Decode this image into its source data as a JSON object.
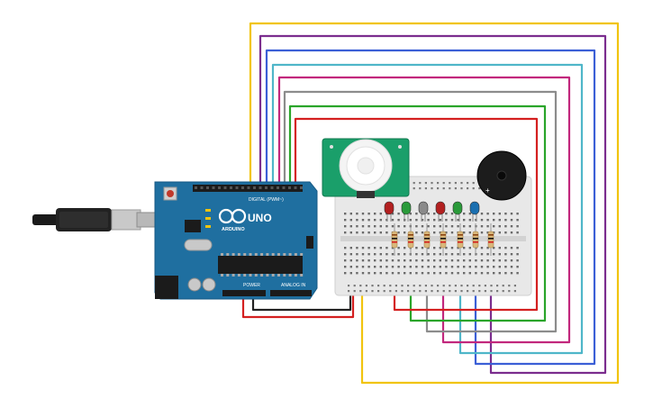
{
  "arduino": {
    "logo_text": "ARDUINO",
    "model": "UNO",
    "digital_label": "DIGITAL (PWM~)",
    "power_label": "POWER",
    "analog_label": "ANALOG IN",
    "board_color": "#1f6fa0"
  },
  "pir_sensor": {
    "board_color": "#1a9f6a"
  },
  "buzzer": {
    "plus_label": "+"
  },
  "breadboard": {
    "color": "#e8e8e8"
  },
  "leds": [
    {
      "color": "#b32020"
    },
    {
      "color": "#2a9a3a"
    },
    {
      "color": "#8a8a8a"
    },
    {
      "color": "#b32020"
    },
    {
      "color": "#2a9a3a"
    },
    {
      "color": "#1a6fb0"
    }
  ],
  "wire_colors": {
    "yellow": "#f1c40f",
    "purple": "#7b2d8e",
    "blue": "#3b5fd6",
    "light_blue": "#4fb6c9",
    "magenta": "#c2287d",
    "gray": "#8c8c8c",
    "green": "#2aa52a",
    "red": "#d42020",
    "black": "#222222"
  }
}
